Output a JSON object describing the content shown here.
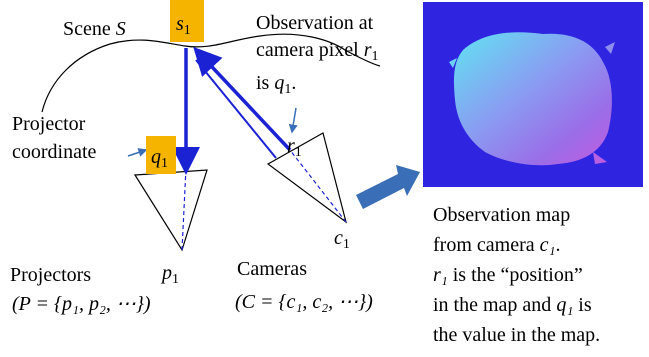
{
  "scene_label": "Scene",
  "scene_var": "S",
  "s1": {
    "base": "s",
    "sub": "1"
  },
  "observation_note": {
    "line1": "Observation at",
    "line2_prefix": "camera pixel ",
    "r_base": "r",
    "r_sub": "1",
    "line3_prefix": "is ",
    "q_base": "q",
    "q_sub": "1",
    "line3_suffix": "."
  },
  "projector_coord_label": {
    "line1": "Projector",
    "line2": "coordinate"
  },
  "q1": {
    "base": "q",
    "sub": "1"
  },
  "r1": {
    "base": "r",
    "sub": "1"
  },
  "c1": {
    "base": "c",
    "sub": "1"
  },
  "p1": {
    "base": "p",
    "sub": "1"
  },
  "projectors": {
    "title": "Projectors",
    "set_text": "(P = {p₁, p₂, ⋯})"
  },
  "cameras": {
    "title": "Cameras",
    "set_text": "(C = {c₁, c₂, ⋯})"
  },
  "caption": {
    "line1": "Observation map",
    "line2_prefix": "from camera ",
    "line2_var": "c₁",
    "line2_suffix": ".",
    "line3_var": "r₁",
    "line3_rest": " is the “position”",
    "line4_prefix": "in the map and ",
    "line4_var": "q₁",
    "line4_suffix": " is",
    "line5": "the value in the map."
  },
  "colors": {
    "orange": "#f5b400",
    "ray_blue": "#1a22d4",
    "arrow_blue": "#3a6fb7",
    "map_bg": "#2f24e0"
  }
}
